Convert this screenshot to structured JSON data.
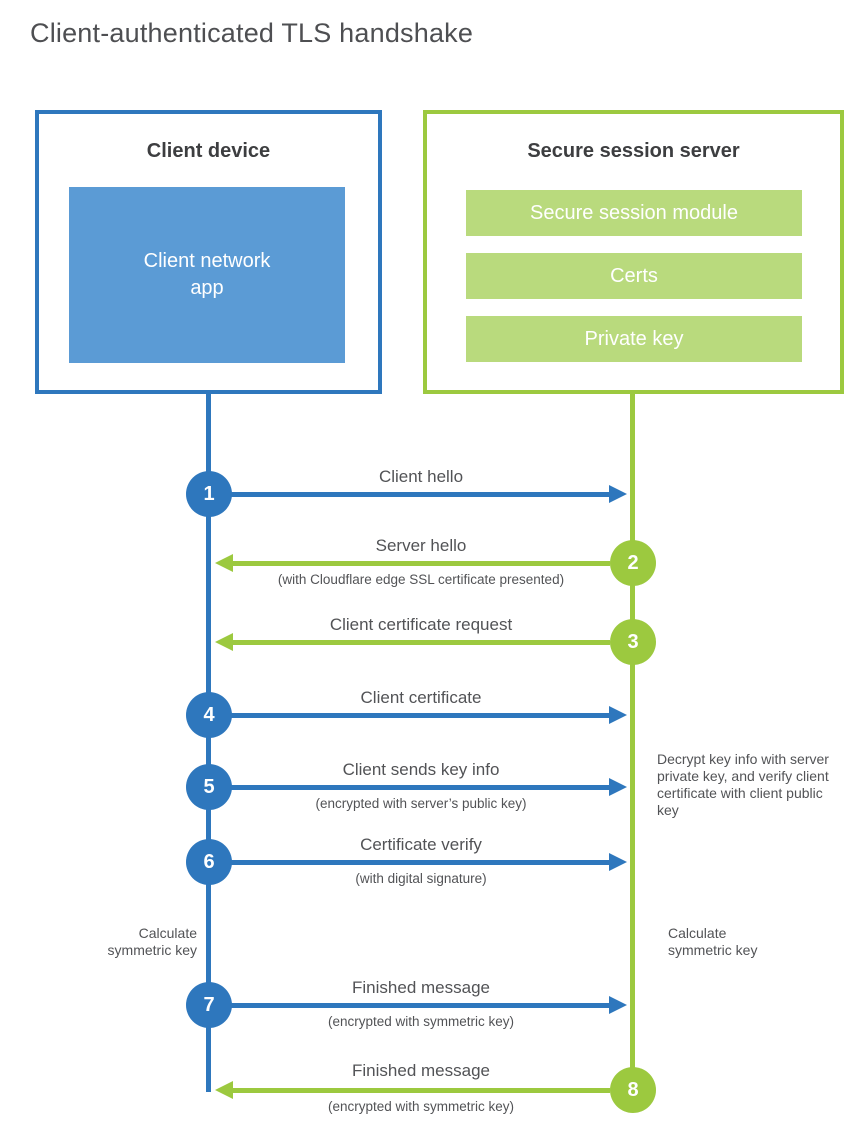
{
  "title": "Client-authenticated TLS handshake",
  "client_box": {
    "title": "Client device",
    "app_label": "Client network app"
  },
  "server_box": {
    "title": "Secure session server",
    "modules": [
      "Secure session module",
      "Certs",
      "Private key"
    ]
  },
  "steps": [
    {
      "num": "1",
      "direction": "client-to-server",
      "label": "Client hello",
      "sublabel": ""
    },
    {
      "num": "2",
      "direction": "server-to-client",
      "label": "Server hello",
      "sublabel": "(with Cloudflare edge SSL certificate presented)"
    },
    {
      "num": "3",
      "direction": "server-to-client",
      "label": "Client certificate request",
      "sublabel": ""
    },
    {
      "num": "4",
      "direction": "client-to-server",
      "label": "Client certificate",
      "sublabel": ""
    },
    {
      "num": "5",
      "direction": "client-to-server",
      "label": "Client sends key info",
      "sublabel": "(encrypted with server’s public key)"
    },
    {
      "num": "6",
      "direction": "client-to-server",
      "label": "Certificate verify",
      "sublabel": "(with digital signature)"
    },
    {
      "num": "7",
      "direction": "client-to-server",
      "label": "Finished message",
      "sublabel": "(encrypted with symmetric key)"
    },
    {
      "num": "8",
      "direction": "server-to-client",
      "label": "Finished message",
      "sublabel": "(encrypted with symmetric key)"
    }
  ],
  "annotations": {
    "server_note": "Decrypt key info with server private key, and verify client certificate with client public key",
    "client_calc": "Calculate symmetric key",
    "server_calc": "Calculate symmetric key"
  },
  "colors": {
    "blue": "#2e77bd",
    "light_blue": "#5b9bd5",
    "green": "#9cc93f",
    "light_green": "#b9da7d",
    "label_text": "#525356",
    "title_text": "#4e4f52"
  }
}
